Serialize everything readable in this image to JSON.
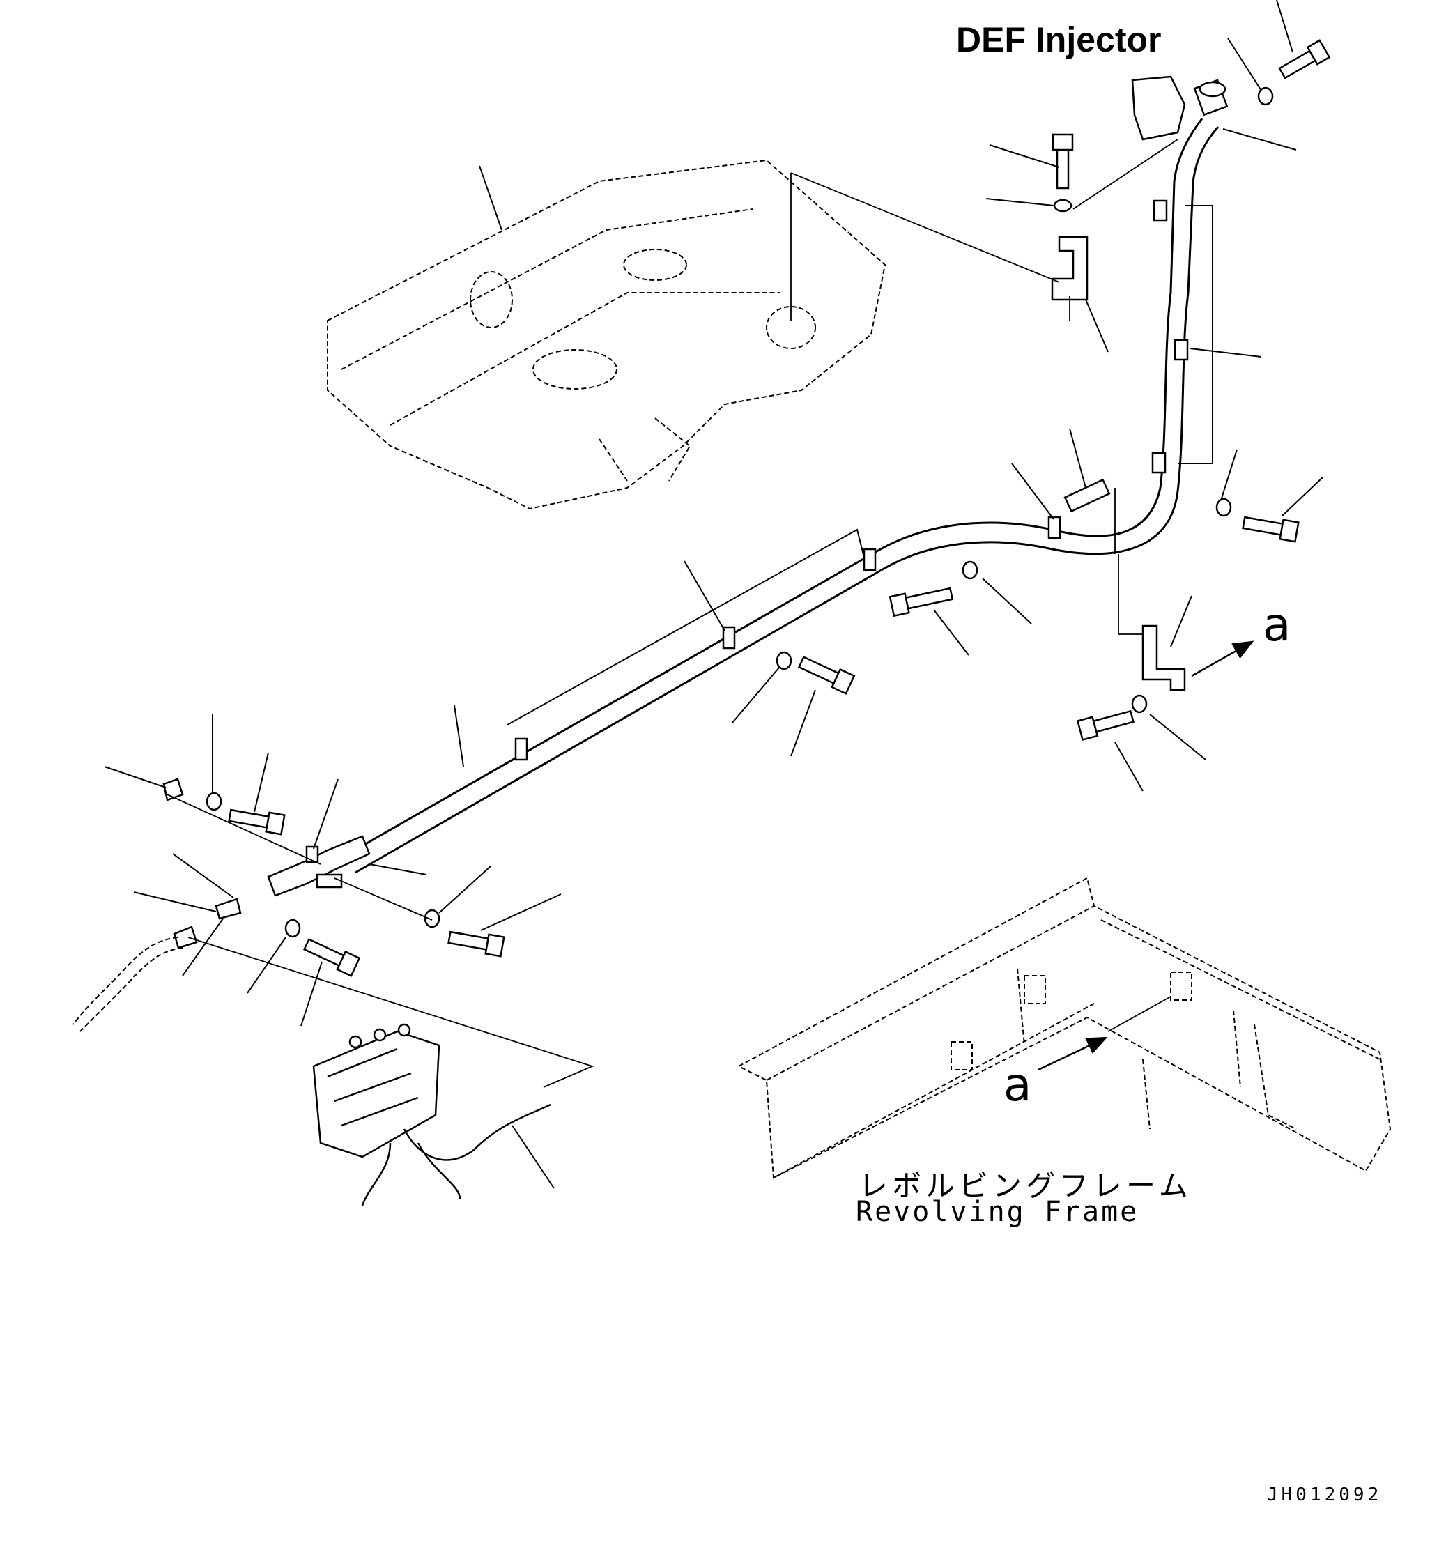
{
  "title": "DEF Injector",
  "frame_label_jp": "レボルビングフレーム",
  "frame_label_en": "Revolving Frame",
  "view_marker_1": "a",
  "view_marker_2": "a",
  "drawing_number": "JH012092"
}
